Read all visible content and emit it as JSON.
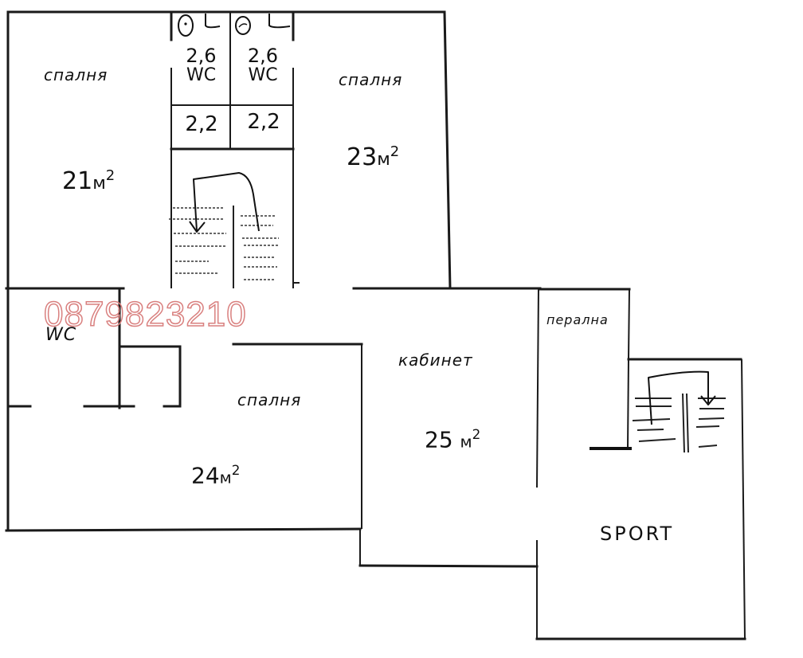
{
  "plan": {
    "watermark_phone": "0879823210",
    "rooms": [
      {
        "id": "bedroom-nw",
        "label": "спалня",
        "area_value": "21",
        "area_unit": "м",
        "area_exp": "2"
      },
      {
        "id": "bedroom-ne",
        "label": "спалня",
        "area_value": "23",
        "area_unit": "м",
        "area_exp": "2"
      },
      {
        "id": "bedroom-s",
        "label": "спалня",
        "area_value": "24",
        "area_unit": "м",
        "area_exp": "2"
      },
      {
        "id": "study",
        "label": "кабинет",
        "area_value": "25",
        "area_unit": "м",
        "area_exp": "2"
      },
      {
        "id": "laundry",
        "label": "перална"
      },
      {
        "id": "sport",
        "label": "SPORT"
      },
      {
        "id": "wc-west",
        "label": "WC"
      }
    ],
    "bathrooms": [
      {
        "id": "wc-1",
        "area": "2,6",
        "label": "WC",
        "vestibule_area": "2,2"
      },
      {
        "id": "wc-2",
        "area": "2,6",
        "label": "WC",
        "vestibule_area": "2,2"
      }
    ],
    "stairs": [
      {
        "id": "stair-central",
        "direction": "down"
      },
      {
        "id": "stair-east",
        "direction": "down"
      }
    ]
  }
}
